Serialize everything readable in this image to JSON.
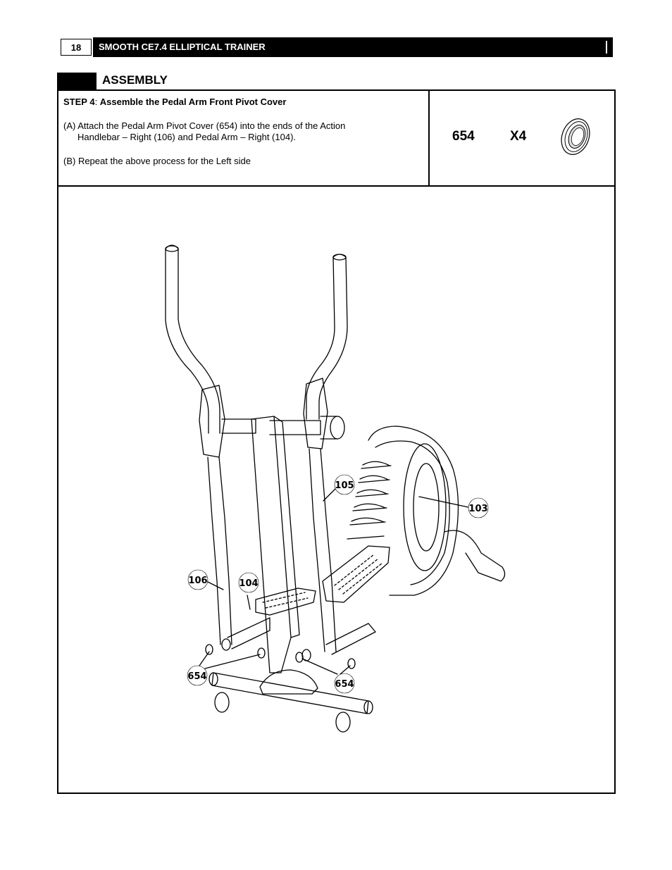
{
  "header": {
    "page_number": "18",
    "title": "SMOOTH CE7.4 ELLIPTICAL TRAINER"
  },
  "section": {
    "title": "ASSEMBLY"
  },
  "step": {
    "label": "STEP 4",
    "separator": ": ",
    "title": "Assemble the Pedal Arm Front Pivot Cover",
    "instruction_a_line1": "(A) Attach the Pedal Arm Pivot Cover (654) into the ends of the Action",
    "instruction_a_line2": "Handlebar – Right (106) and Pedal Arm – Right (104).",
    "instruction_b": "(B) Repeat the above process for the Left side"
  },
  "parts": {
    "part_number": "654",
    "quantity": "X4",
    "icon": "pivot-cover-ring-icon"
  },
  "diagram": {
    "callouts": [
      "105",
      "103",
      "106",
      "104",
      "654",
      "654"
    ]
  }
}
